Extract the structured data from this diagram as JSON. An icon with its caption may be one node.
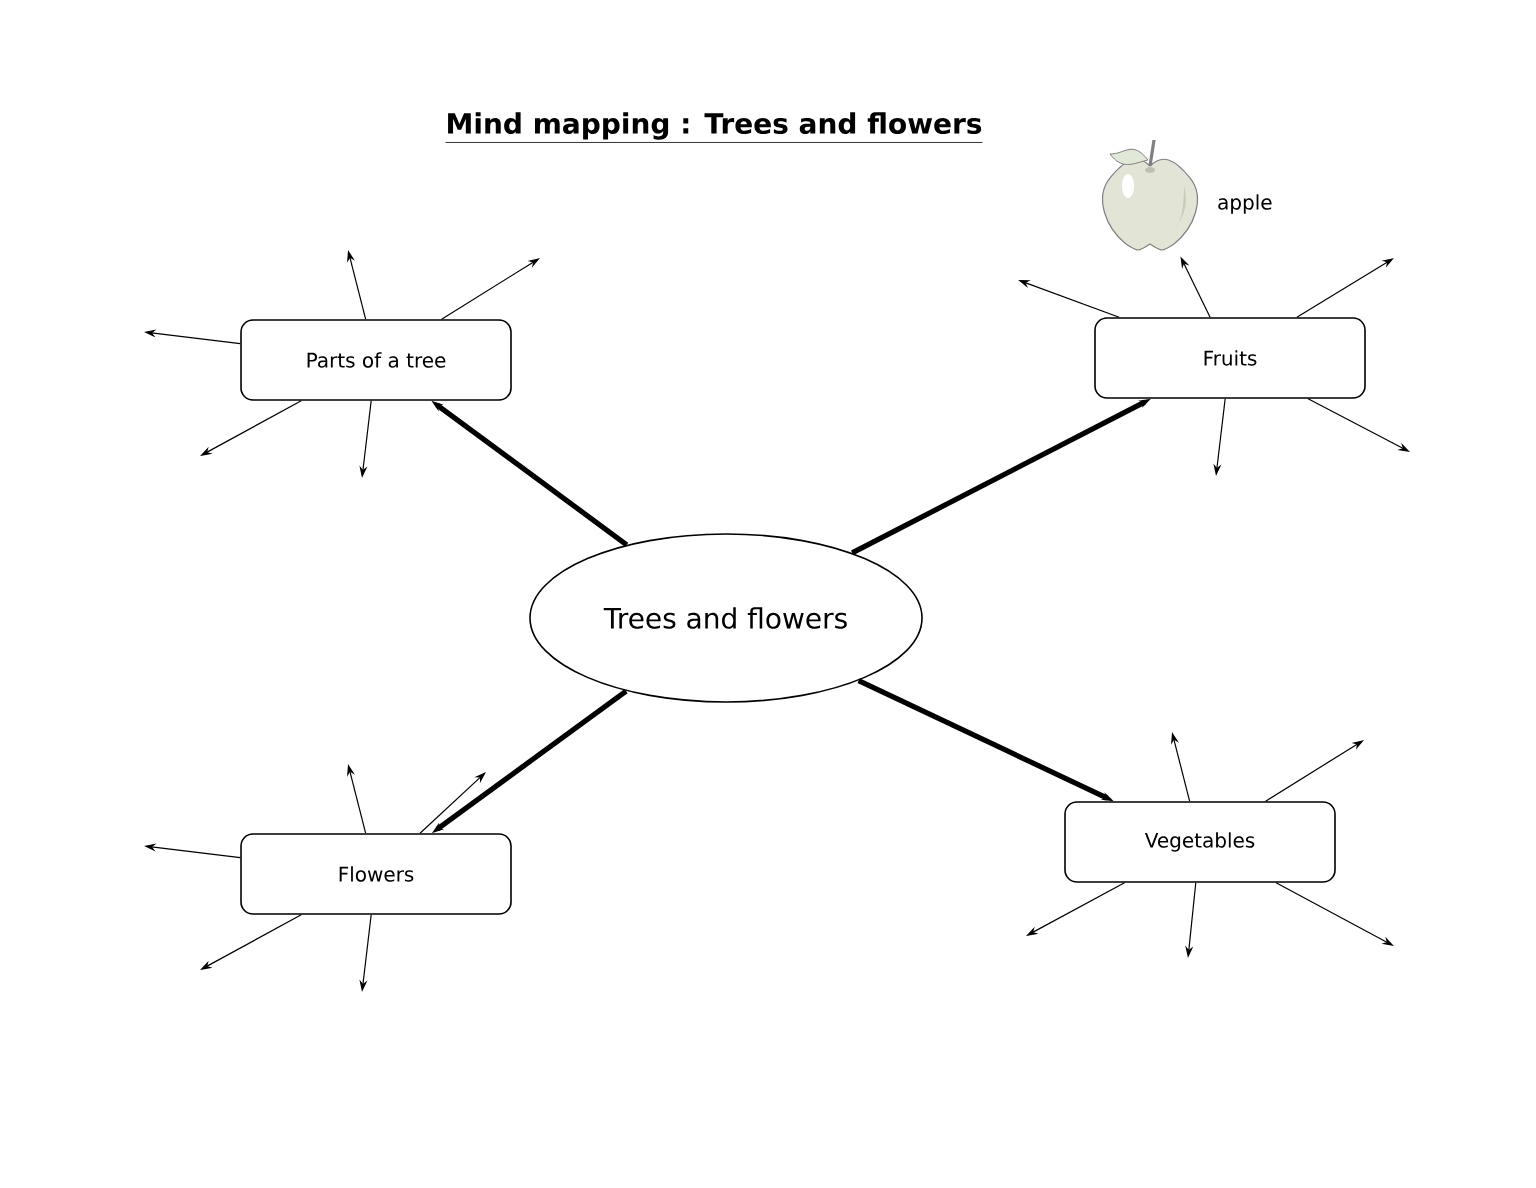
{
  "diagram": {
    "title": "Mind mapping : Trees and flowers",
    "nodes": [
      {
        "text": [
          "Trees and flowers"
        ]
      },
      {
        "text": [
          "Parts of a tree"
        ]
      },
      {
        "text": [
          "Fruits"
        ]
      },
      {
        "text": [
          "Flowers"
        ]
      },
      {
        "text": [
          "Vegetables"
        ]
      },
      {
        "text": [],
        "shape": "picture",
        "beside": [
          "apple"
        ]
      }
    ],
    "edges": [
      {
        "from": 0,
        "to": 1,
        "arrow": "to",
        "style": "thick"
      },
      {
        "from": 0,
        "to": 2,
        "arrow": "to",
        "style": "thick"
      },
      {
        "from": 0,
        "to": 3,
        "arrow": "to",
        "style": "thick"
      },
      {
        "from": 0,
        "to": 4,
        "arrow": "to",
        "style": "thick"
      },
      {
        "from": 1,
        "to": null,
        "arrow": "to"
      },
      {
        "from": 1,
        "to": null,
        "arrow": "to"
      },
      {
        "from": 1,
        "to": null,
        "arrow": "to"
      },
      {
        "from": 1,
        "to": null,
        "arrow": "to"
      },
      {
        "from": 1,
        "to": null,
        "arrow": "to"
      },
      {
        "from": 2,
        "to": null,
        "arrow": "to"
      },
      {
        "from": 2,
        "to": 5,
        "arrow": "to"
      },
      {
        "from": 2,
        "to": null,
        "arrow": "to"
      },
      {
        "from": 2,
        "to": null,
        "arrow": "to"
      },
      {
        "from": 2,
        "to": null,
        "arrow": "to"
      },
      {
        "from": 3,
        "to": null,
        "arrow": "to"
      },
      {
        "from": 3,
        "to": null,
        "arrow": "to"
      },
      {
        "from": 3,
        "to": null,
        "arrow": "to"
      },
      {
        "from": 3,
        "to": null,
        "arrow": "to"
      },
      {
        "from": 3,
        "to": null,
        "arrow": "to"
      },
      {
        "from": 4,
        "to": null,
        "arrow": "to"
      },
      {
        "from": 4,
        "to": null,
        "arrow": "to"
      },
      {
        "from": 4,
        "to": null,
        "arrow": "to"
      },
      {
        "from": 4,
        "to": null,
        "arrow": "to"
      },
      {
        "from": 4,
        "to": null,
        "arrow": "to"
      }
    ]
  }
}
